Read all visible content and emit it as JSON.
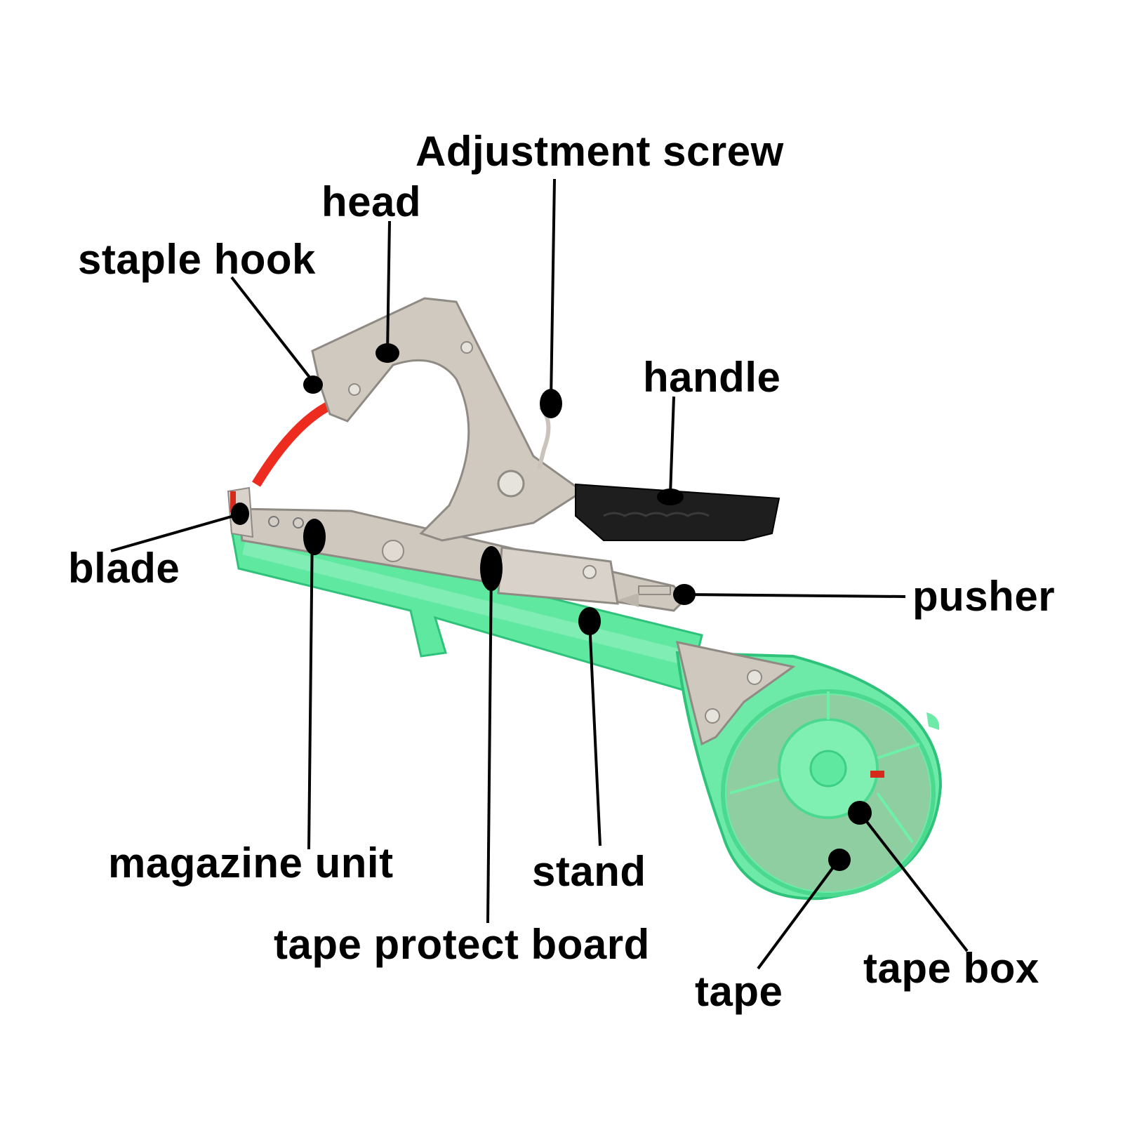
{
  "diagram": {
    "subject": "tape tool (plant tying machine)",
    "background_color": "#ffffff",
    "colors": {
      "metal": "#c9c3bb",
      "metal_dark": "#8f8a84",
      "green_body": "#5fe8a0",
      "green_dark": "#2fc27a",
      "grip": "#1e1e1e",
      "tape_red": "#ee2b1f",
      "marker": "#000000"
    },
    "labels": [
      {
        "id": "adjustment-screw",
        "text": "Adjustment screw"
      },
      {
        "id": "head",
        "text": "head"
      },
      {
        "id": "staple-hook",
        "text": "staple hook"
      },
      {
        "id": "handle",
        "text": "handle"
      },
      {
        "id": "blade",
        "text": "blade"
      },
      {
        "id": "pusher",
        "text": "pusher"
      },
      {
        "id": "magazine-unit",
        "text": "magazine unit"
      },
      {
        "id": "stand",
        "text": "stand"
      },
      {
        "id": "tape-protect-board",
        "text": "tape protect board"
      },
      {
        "id": "tape",
        "text": "tape"
      },
      {
        "id": "tape-box",
        "text": "tape box"
      }
    ]
  }
}
